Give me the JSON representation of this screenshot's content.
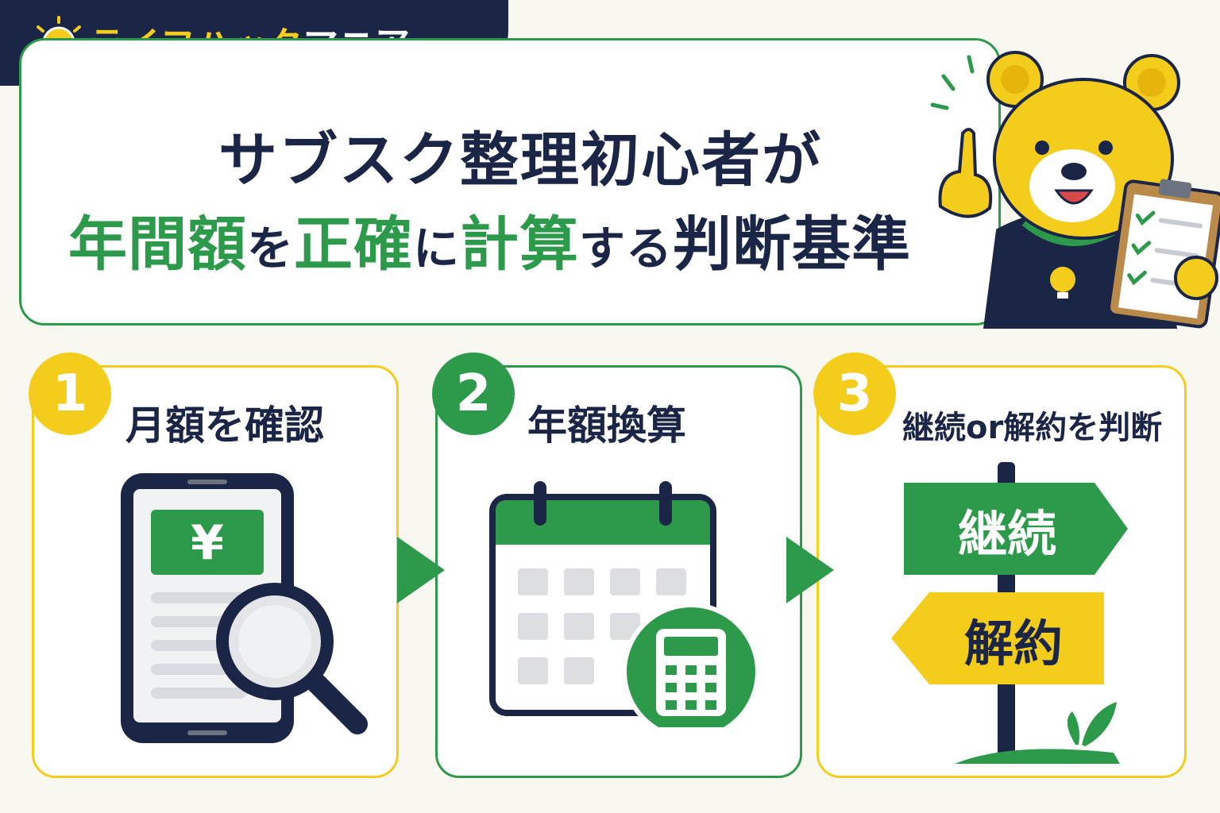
{
  "brand": {
    "name_part1": "ライフハック",
    "name_part2": "マニア"
  },
  "title": {
    "line1": "サブスク整理初心者が",
    "line2_parts": [
      "年間額",
      "を",
      "正確",
      "に",
      "計算",
      "する",
      "判断基準"
    ]
  },
  "steps": [
    {
      "number": "1",
      "label": "月額を確認"
    },
    {
      "number": "2",
      "label": "年額換算"
    },
    {
      "number": "3",
      "label": "継続or解約を判断"
    }
  ],
  "illustrations": {
    "currency_symbol": "¥",
    "sign_continue": "継続",
    "sign_cancel": "解約"
  },
  "colors": {
    "navy": "#1b2545",
    "green": "#2d9a4b",
    "yellow": "#f4cd1c",
    "background": "#f8f7f0"
  }
}
